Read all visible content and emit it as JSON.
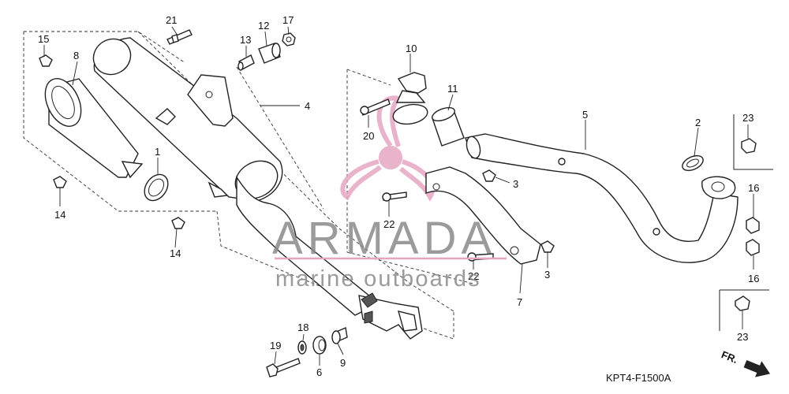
{
  "watermark": {
    "brand": "ARMADA",
    "tagline": "marine outboards",
    "logo_color": "#e6a6c3"
  },
  "diagram_code": "KPT4-F1500A",
  "direction_label": "FR.",
  "callouts": [
    "1",
    "2",
    "3",
    "3",
    "4",
    "5",
    "6",
    "7",
    "8",
    "9",
    "10",
    "11",
    "12",
    "13",
    "14",
    "14",
    "15",
    "16",
    "16",
    "17",
    "18",
    "19",
    "20",
    "21",
    "22",
    "22",
    "23",
    "23"
  ]
}
